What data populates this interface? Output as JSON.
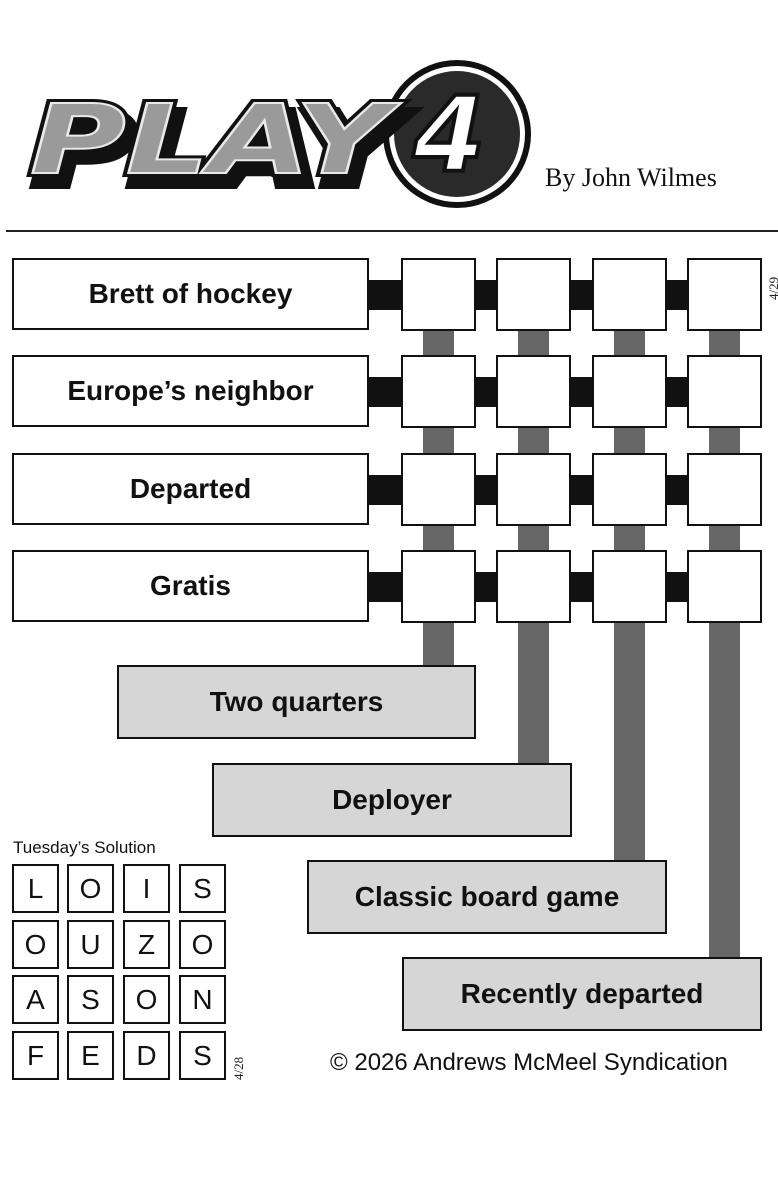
{
  "header": {
    "logo_text": "PLAY4",
    "byline": "By John Wilmes",
    "date_code": "4/29"
  },
  "puzzle": {
    "across_clues": [
      "Brett of hockey",
      "Europe’s neighbor",
      "Departed",
      "Gratis"
    ],
    "down_clues": [
      "Two quarters",
      "Deployer",
      "Classic board game",
      "Recently departed"
    ],
    "grid_size": 4
  },
  "solution": {
    "title": "Tuesday’s Solution",
    "date_code": "4/28",
    "rows": [
      [
        "L",
        "O",
        "I",
        "S"
      ],
      [
        "O",
        "U",
        "Z",
        "O"
      ],
      [
        "A",
        "S",
        "O",
        "N"
      ],
      [
        "F",
        "E",
        "D",
        "S"
      ]
    ]
  },
  "footer": {
    "copyright": "© 2026 Andrews McMeel Syndication"
  },
  "colors": {
    "clue_fill_down": "#d6d6d6",
    "connector_bar": "#666666",
    "outline": "#111111"
  }
}
